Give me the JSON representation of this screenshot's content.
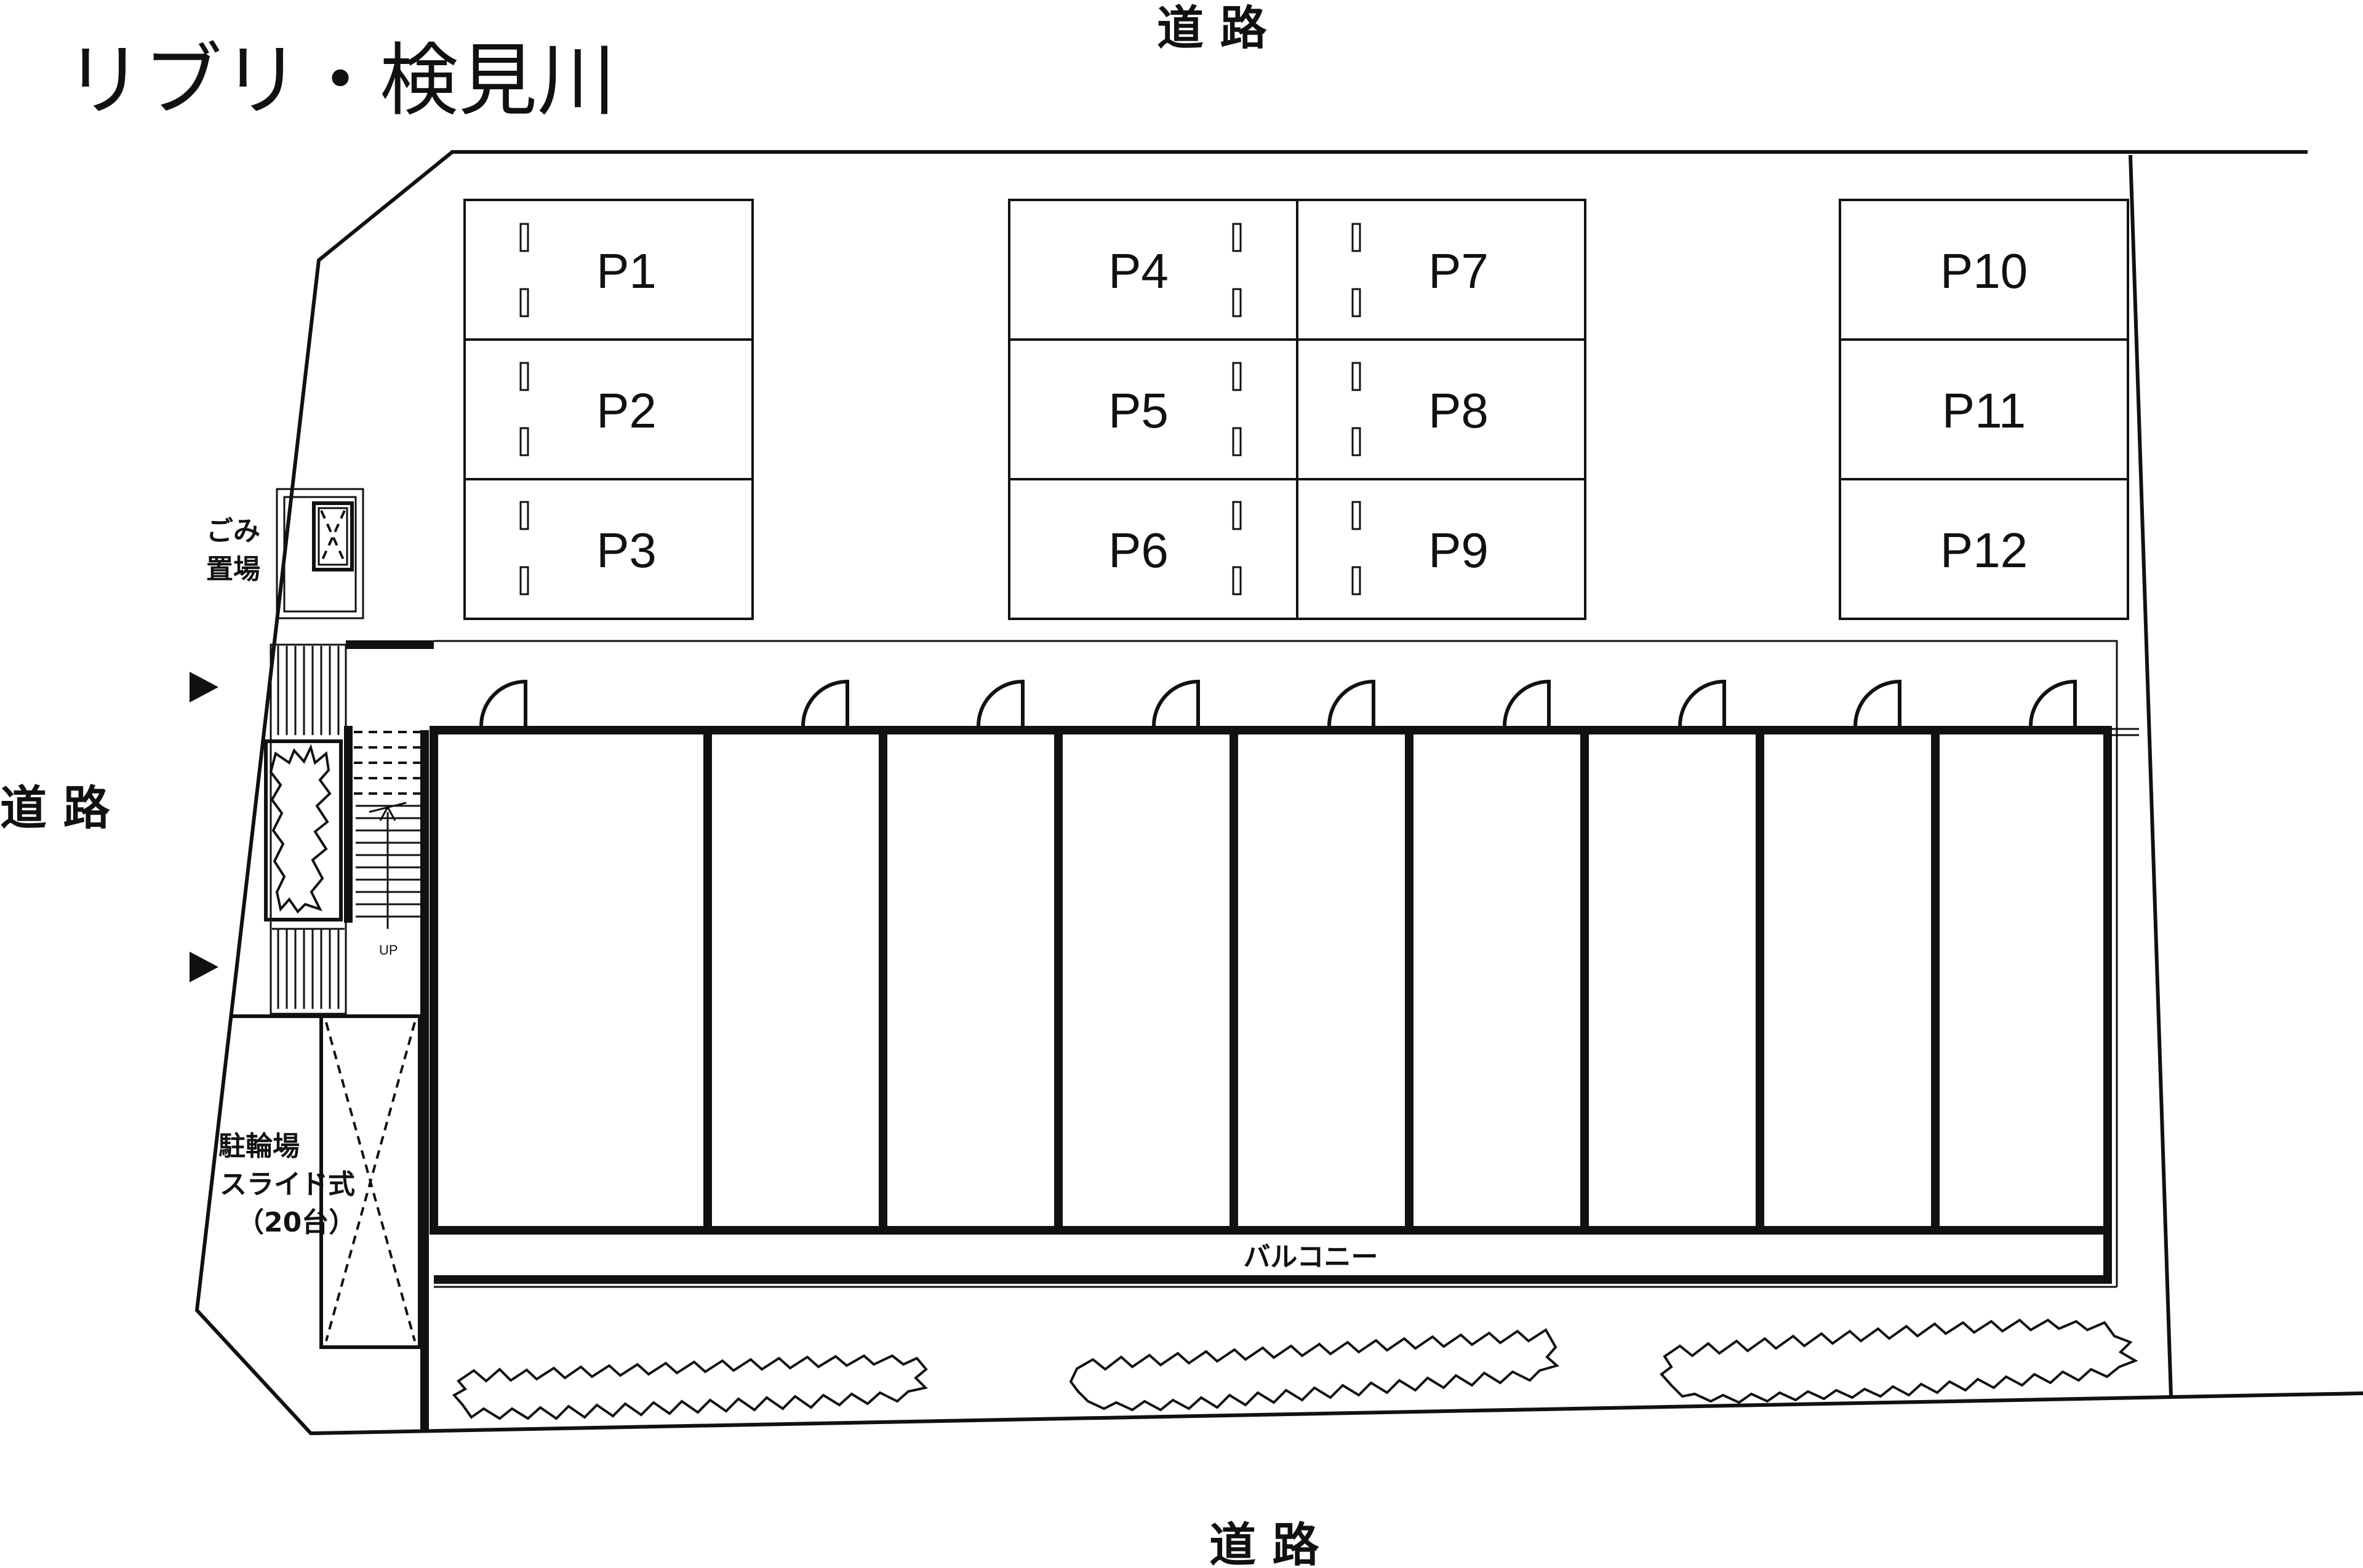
{
  "title": "リブリ・検見川",
  "roads": {
    "north": "道 路",
    "west": "道 路",
    "south": "道 路"
  },
  "parking": [
    "P1",
    "P2",
    "P3",
    "P4",
    "P5",
    "P6",
    "P7",
    "P8",
    "P9",
    "P10",
    "P11",
    "P12"
  ],
  "garbage_label": [
    "ごみ",
    "置場"
  ],
  "bicycle_label": [
    "駐輪場",
    "スライド式",
    "（20台）"
  ],
  "balcony_label": "バルコニー",
  "stair_label": "UP"
}
